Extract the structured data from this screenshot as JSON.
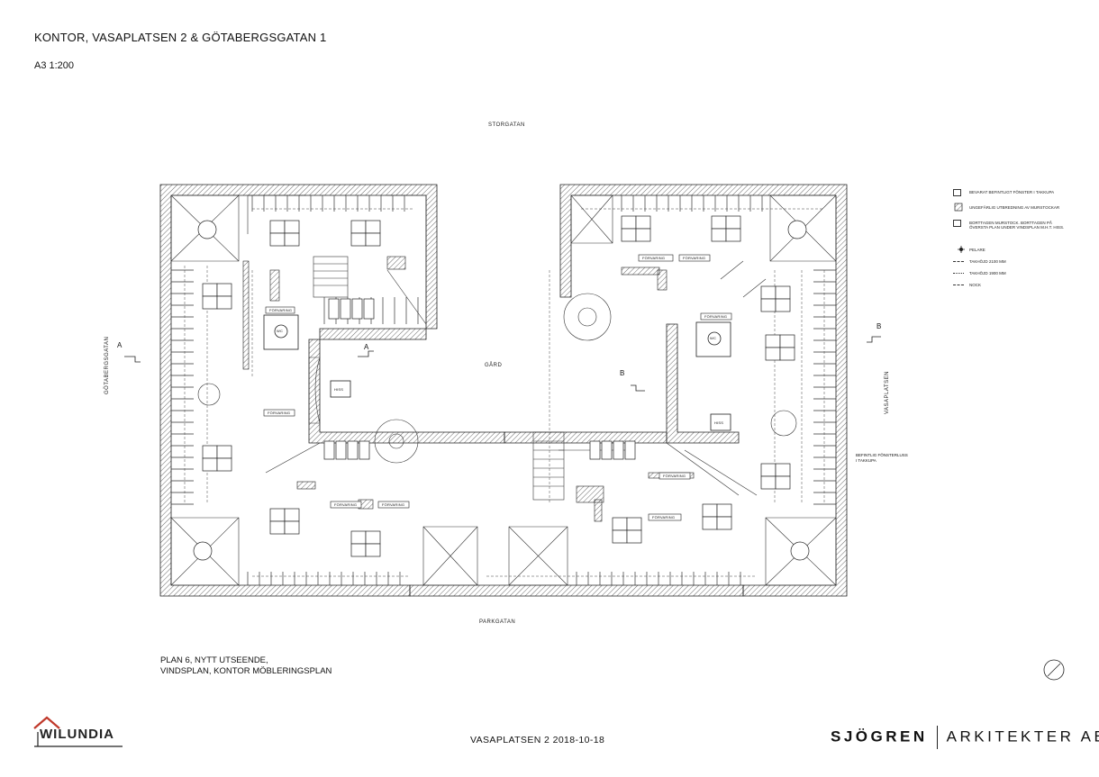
{
  "title": "KONTOR, VASAPLATSEN 2 & GÖTABERGSGATAN 1",
  "scale": "A3 1:200",
  "streets": {
    "north": "STORGATAN",
    "south": "PARKGATAN",
    "west": "GÖTABERGSGATAN",
    "east": "VASAPLATSEN"
  },
  "courtyard": "GÅRD",
  "section_markers": {
    "a_left": "A",
    "a_right": "A",
    "b_left": "B",
    "b_right": "B"
  },
  "rooms": {
    "storage": "FÖRVARING",
    "wc": "WC",
    "elevator": "HISS"
  },
  "legend": {
    "items": [
      "BEVARAT BEFINTLIGT FÖNSTER I TAKKUPA",
      "UNGEFÄRLIG UTBREDNING AV MURSTOCKAR",
      "BORTTAGEN MURSTOCK. BORTTAGEN PÅ ÖVERSTA PLAN UNDER VINDSPLAN M.H.T. HISS.",
      "PELARE",
      "TAKHÖJD 2100 MM",
      "TAKHÖJD 1900 MM",
      "NOCK"
    ]
  },
  "window_note": "BEFINTLIG FÖNSTERLUSS I TAKKUPA",
  "caption": {
    "line1": "PLAN 6, NYTT UTSEENDE,",
    "line2": "VINDSPLAN, KONTOR MÖBLERINGSPLAN"
  },
  "footer": {
    "address_date": "VASAPLATSEN 2   2018-10-18",
    "logo": "WILUNDIA",
    "firm_part1": "SJÖGREN",
    "firm_part2": "ARKITEKTER AB"
  }
}
